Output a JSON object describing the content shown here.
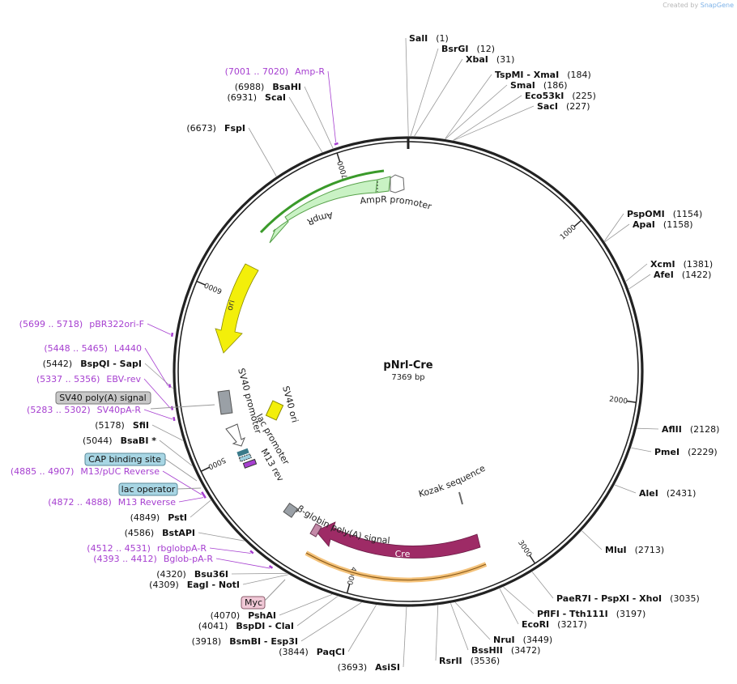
{
  "credit": {
    "prefix": "Created by",
    "brand": "SnapGene"
  },
  "plasmid": {
    "name": "pNrl-Cre",
    "size_label": "7369 bp",
    "length": 7369
  },
  "colors": {
    "backbone": "#222222",
    "site_line": "#999999",
    "primer": "#a63fd0",
    "ampr": "#c9f2c4",
    "ampr_line": "#3a9a2a",
    "ori": "#f3ef0a",
    "cre": "#9e2b66",
    "cre_glow": "#f4c27a",
    "sv40_ori": "#f3ef0a",
    "polyA": "#9aa0a6",
    "lac_op": "#9ed0e0",
    "cap": "#9ed0e0",
    "myc": "#f0c8d6"
  },
  "ticks": [
    {
      "bp": 1000,
      "label": "1000"
    },
    {
      "bp": 2000,
      "label": "2000"
    },
    {
      "bp": 3000,
      "label": "3000"
    },
    {
      "bp": 4000,
      "label": "4000"
    },
    {
      "bp": 5000,
      "label": "5000"
    },
    {
      "bp": 6000,
      "label": "6000"
    },
    {
      "bp": 7000,
      "label": "7000"
    }
  ],
  "sites": [
    {
      "bp": 1,
      "name": "SalI",
      "pos": "(1)"
    },
    {
      "bp": 12,
      "name": "BsrGI",
      "pos": "(12)"
    },
    {
      "bp": 31,
      "name": "XbaI",
      "pos": "(31)"
    },
    {
      "bp": 184,
      "name": "TspMI  - XmaI",
      "pos": "(184)"
    },
    {
      "bp": 186,
      "name": "SmaI",
      "pos": "(186)"
    },
    {
      "bp": 225,
      "name": "Eco53kI",
      "pos": "(225)"
    },
    {
      "bp": 227,
      "name": "SacI",
      "pos": "(227)"
    },
    {
      "bp": 1154,
      "name": "PspOMI",
      "pos": "(1154)"
    },
    {
      "bp": 1158,
      "name": "ApaI",
      "pos": "(1158)"
    },
    {
      "bp": 1381,
      "name": "XcmI",
      "pos": "(1381)"
    },
    {
      "bp": 1422,
      "name": "AfeI",
      "pos": "(1422)"
    },
    {
      "bp": 2128,
      "name": "AflII",
      "pos": "(2128)"
    },
    {
      "bp": 2229,
      "name": "PmeI",
      "pos": "(2229)"
    },
    {
      "bp": 2431,
      "name": "AleI",
      "pos": "(2431)"
    },
    {
      "bp": 2713,
      "name": "MluI",
      "pos": "(2713)"
    },
    {
      "bp": 3035,
      "name": "PaeR7I  - PspXI  - XhoI",
      "pos": "(3035)"
    },
    {
      "bp": 3197,
      "name": "PflFI  - Tth111I",
      "pos": "(3197)"
    },
    {
      "bp": 3217,
      "name": "EcoRI",
      "pos": "(3217)"
    },
    {
      "bp": 3449,
      "name": "NruI",
      "pos": "(3449)"
    },
    {
      "bp": 3472,
      "name": "BssHII",
      "pos": "(3472)"
    },
    {
      "bp": 3536,
      "name": "RsrII",
      "pos": "(3536)"
    },
    {
      "bp": 3693,
      "name": "AsiSI",
      "pos": "(3693)"
    },
    {
      "bp": 3844,
      "name": "PaqCI",
      "pos": "(3844)"
    },
    {
      "bp": 3918,
      "name": "BsmBI  - Esp3I",
      "pos": "(3918)"
    },
    {
      "bp": 4041,
      "name": "BspDI  - ClaI",
      "pos": "(4041)"
    },
    {
      "bp": 4070,
      "name": "PshAI",
      "pos": "(4070)"
    },
    {
      "bp": 4309,
      "name": "EagI  - NotI",
      "pos": "(4309)"
    },
    {
      "bp": 4320,
      "name": "Bsu36I",
      "pos": "(4320)"
    },
    {
      "bp": 4586,
      "name": "BstAPI",
      "pos": "(4586)"
    },
    {
      "bp": 4849,
      "name": "PstI",
      "pos": "(4849)"
    },
    {
      "bp": 5044,
      "name": "BsaBI *",
      "pos": "(5044)"
    },
    {
      "bp": 5178,
      "name": "SfiI",
      "pos": "(5178)"
    },
    {
      "bp": 5442,
      "name": "BspQI  - SapI",
      "pos": "(5442)"
    },
    {
      "bp": 6673,
      "name": "FspI",
      "pos": "(6673)"
    },
    {
      "bp": 6931,
      "name": "ScaI",
      "pos": "(6931)"
    },
    {
      "bp": 6988,
      "name": "BsaHI",
      "pos": "(6988)"
    }
  ],
  "primers": [
    {
      "start": 7001,
      "end": 7020,
      "range": "(7001 .. 7020)",
      "name": "Amp-R"
    },
    {
      "start": 5699,
      "end": 5718,
      "range": "(5699 .. 5718)",
      "name": "pBR322ori-F"
    },
    {
      "start": 5448,
      "end": 5465,
      "range": "(5448 .. 5465)",
      "name": "L4440"
    },
    {
      "start": 5337,
      "end": 5356,
      "range": "(5337 .. 5356)",
      "name": "EBV-rev"
    },
    {
      "start": 5283,
      "end": 5302,
      "range": "(5283 .. 5302)",
      "name": "SV40pA-R"
    },
    {
      "start": 4885,
      "end": 4907,
      "range": "(4885 .. 4907)",
      "name": "M13/pUC Reverse"
    },
    {
      "start": 4872,
      "end": 4888,
      "range": "(4872 .. 4888)",
      "name": "M13 Reverse"
    },
    {
      "start": 4512,
      "end": 4531,
      "range": "(4512 .. 4531)",
      "name": "rbglobpA-R"
    },
    {
      "start": 4393,
      "end": 4412,
      "range": "(4393 .. 4412)",
      "name": "Bglob-pA-R"
    }
  ],
  "boxed_features": [
    {
      "name": "SV40 poly(A) signal",
      "style": "grey"
    },
    {
      "name": "CAP binding site",
      "style": "blue"
    },
    {
      "name": "lac operator",
      "style": "blue"
    },
    {
      "name": "Myc",
      "style": "pink"
    }
  ],
  "features": {
    "ampr": "AmpR",
    "ampr_promoter": "AmpR promoter",
    "ori": "ori",
    "sv40_promoter": "SV40 promoter",
    "sv40_ori": "SV40 ori",
    "lac_promoter": "lac promoter",
    "m13_rev": "M13 rev",
    "kozak": "Kozak sequence",
    "bglobin": "β-globin poly(A) signal",
    "cre": "Cre"
  }
}
